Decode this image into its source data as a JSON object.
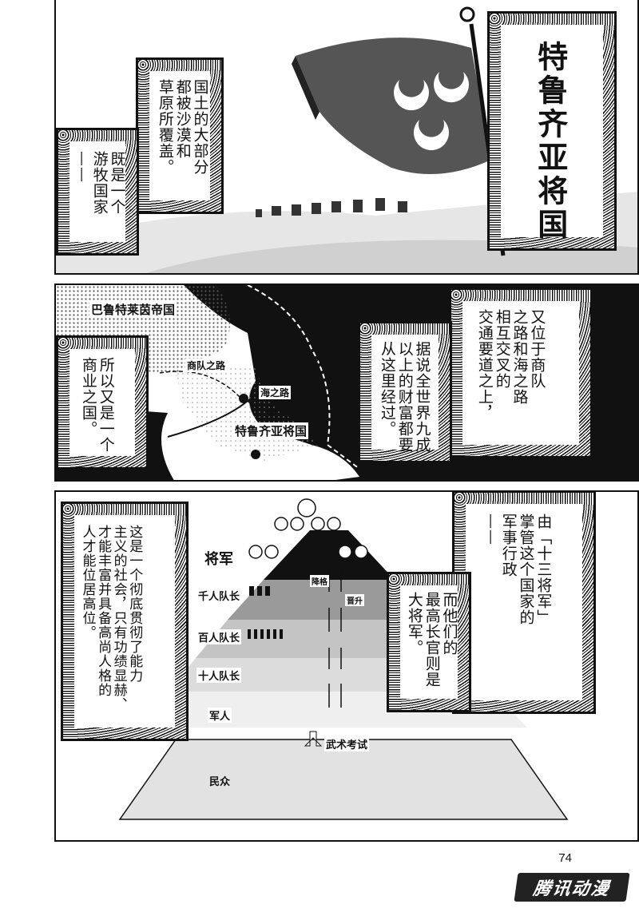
{
  "page_number": "74",
  "watermark": "腾讯动漫",
  "panel1": {
    "title": "特鲁齐亚将国",
    "caption_a": "国土的大部分\n都被沙漠和\n草原所覆盖。",
    "caption_b": "既是一个\n游牧国家\n——"
  },
  "panel2": {
    "map_labels": {
      "empire": "巴鲁特莱茵帝国",
      "caravan_route": "商队之路",
      "sea_route": "海之路",
      "nation": "特鲁齐亚将国"
    },
    "caption_a": "又位于商队\n之路和海之路\n相互交叉的\n交通要道之上，",
    "caption_b": "据说全世界九成\n以上的财富都要\n从这里经过。",
    "caption_c": "所以又是一个\n商业之国。"
  },
  "panel3": {
    "caption_left": "这是一个彻底贯彻了能力\n主义的社会，只有功绩显赫、\n才能丰富并具备高尚人格的\n人才能位居高位。",
    "caption_right_a": "由「十三将军」\n掌管这个国家的\n军事行政\n——",
    "caption_right_b": "而他们的\n最高长官则是\n大将军。",
    "pyramid": {
      "general": "将军",
      "levels": [
        "千人队长",
        "百人队长",
        "十人队长",
        "军人"
      ],
      "demote": "降格",
      "promote": "晋升",
      "exam": "武术考试",
      "people": "民众"
    }
  }
}
